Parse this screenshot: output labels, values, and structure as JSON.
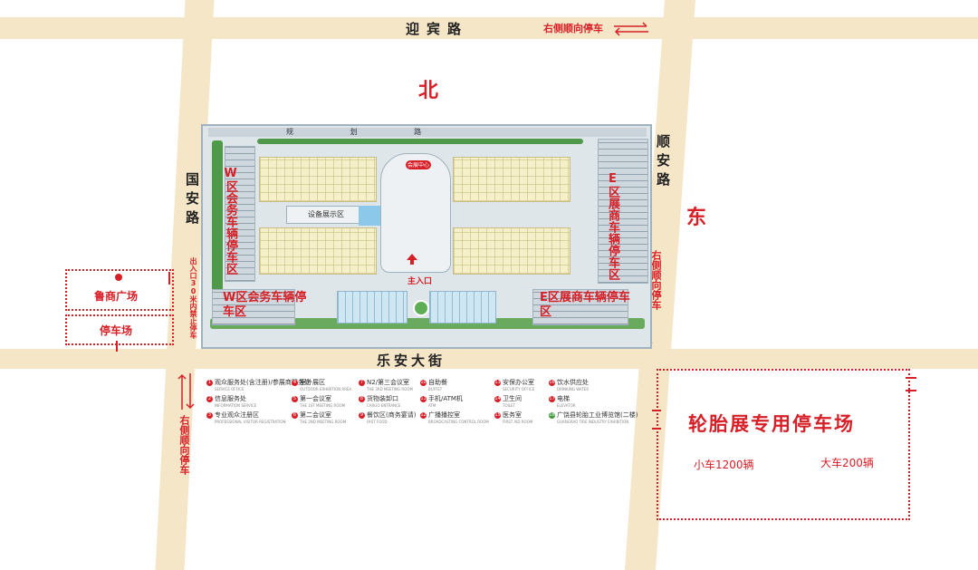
{
  "map": {
    "roads": {
      "north": "迎宾路",
      "south": "乐安大街",
      "west": "国安路",
      "east": "顺安路",
      "inner_north": "规 划 路"
    },
    "compass": {
      "north": "北",
      "east": "东"
    },
    "traffic_notes": {
      "top_right": "右侧顺向停车",
      "east_side": "右侧顺向停车",
      "southwest": "右侧顺向停车",
      "west_entrance": "出入口30米内禁止停车"
    },
    "west_places": {
      "lushang": "鲁商广场",
      "parking": "停车场"
    },
    "zones": {
      "w_business": "W区会务车辆停车区",
      "e_exhibit": "E区展商车辆停车区",
      "w_business_south": "W区会务车辆停车区",
      "e_exhibit_south": "E区展商车辆停车区",
      "main_entrance": "主入口",
      "display_area": "设备展示区",
      "center_label": "会展中心"
    },
    "legend": [
      {
        "num": "1",
        "label": "观众服务处(含注册)/参展商服务处",
        "sub": "SERVICE OFFICE"
      },
      {
        "num": "2",
        "label": "信息服务处",
        "sub": "INFORMATION SERVICE"
      },
      {
        "num": "3",
        "label": "专业观众注册区",
        "sub": "PROFESSIONAL VISITOR REGISTRATION"
      },
      {
        "num": "4",
        "label": "室外展区",
        "sub": "OUTDOOR EXHIBITION AREA"
      },
      {
        "num": "5",
        "label": "第一会议室",
        "sub": "THE 1ST MEETING ROOM"
      },
      {
        "num": "6",
        "label": "第二会议室",
        "sub": "THE 2ND MEETING ROOM"
      },
      {
        "num": "7",
        "label": "N2/第三会议室",
        "sub": "THE 3RD MEETING ROOM"
      },
      {
        "num": "8",
        "label": "货物装卸口",
        "sub": "CARGO ENTRANCE"
      },
      {
        "num": "9",
        "label": "餐饮区(商务宴请)",
        "sub": "FAST FOOD"
      },
      {
        "num": "10",
        "label": "自助餐",
        "sub": "BUFFET"
      },
      {
        "num": "11",
        "label": "手机/ATM机",
        "sub": "ATM"
      },
      {
        "num": "12",
        "label": "广播播控室",
        "sub": "BROADCASTING CONTROL ROOM"
      },
      {
        "num": "13",
        "label": "安保办公室",
        "sub": "SECURITY OFFICE"
      },
      {
        "num": "14",
        "label": "卫生间",
        "sub": "TOILET"
      },
      {
        "num": "15",
        "label": "医务室",
        "sub": "FIRST AID ROOM"
      },
      {
        "num": "16",
        "label": "饮水供应处",
        "sub": "DRINKING WATER"
      },
      {
        "num": "17",
        "label": "电梯",
        "sub": "ELEVATOR"
      },
      {
        "num": "18",
        "label": "广饶县轮胎工业博览馆(二楼)",
        "sub": "GUANGRAO TIRE INDUSTRY EXHIBITION",
        "green": true
      }
    ],
    "tire_parking": {
      "title": "轮胎展专用停车场",
      "small": "小车1200辆",
      "large": "大车200辆"
    },
    "colors": {
      "accent": "#d71f27",
      "road": "#f5e6c8",
      "green": "#4f9a4a"
    }
  }
}
